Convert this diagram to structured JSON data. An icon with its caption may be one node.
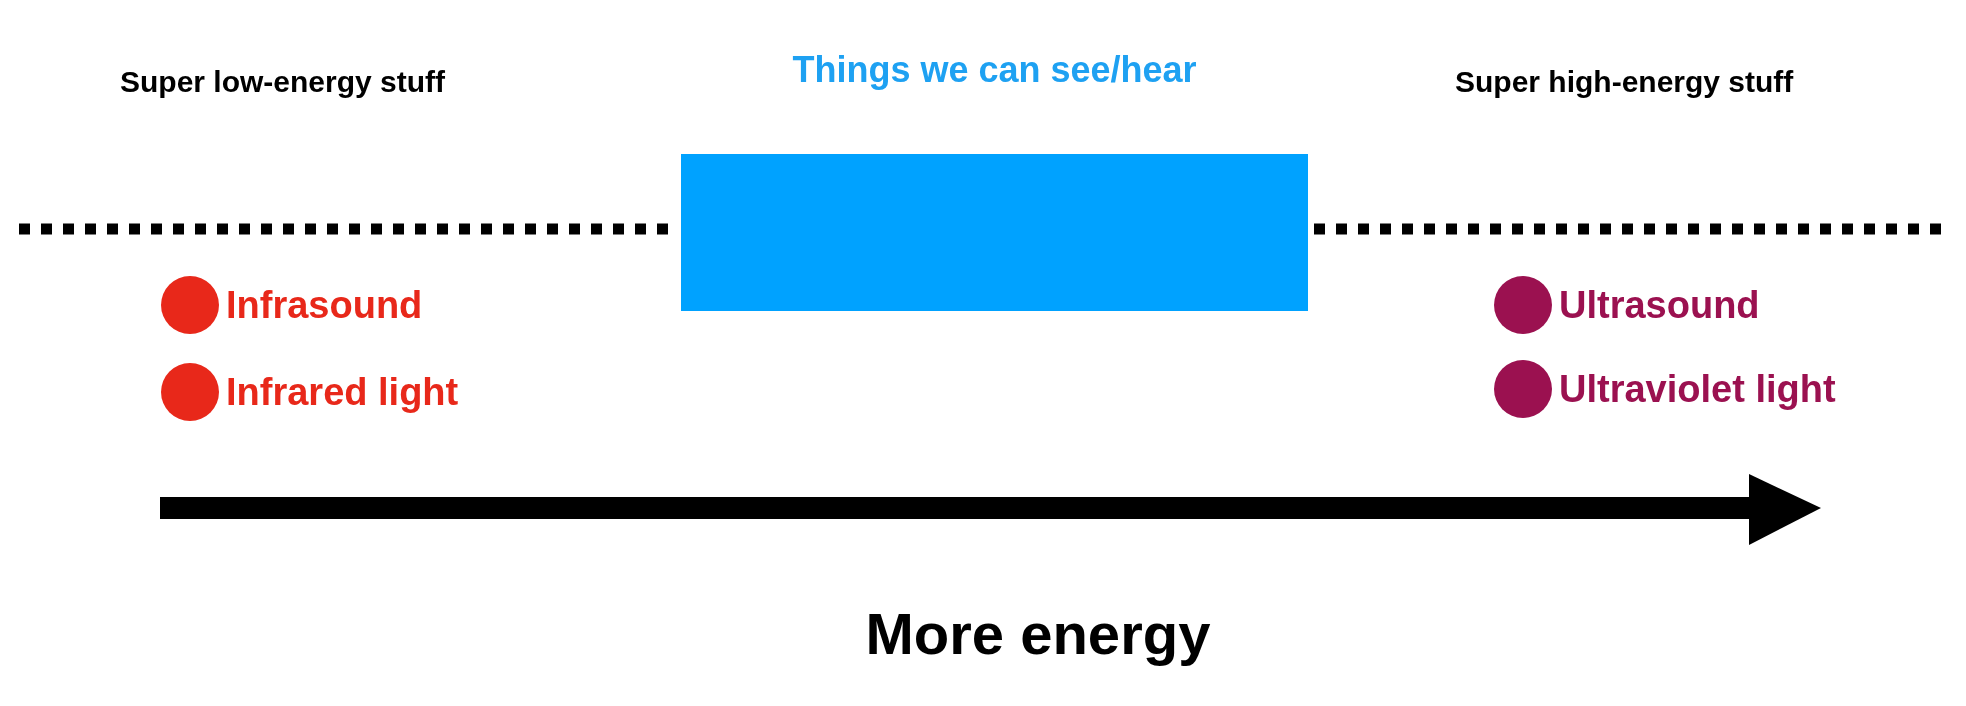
{
  "diagram": {
    "nodes": [
      {
        "text": [
          "Things we can see/hear"
        ]
      }
    ],
    "labels": [
      "Super low-energy stuff",
      "Super high-energy stuff",
      "Infrasound",
      "Infrared light",
      "Ultrasound",
      "Ultraviolet light",
      "More energy"
    ]
  }
}
